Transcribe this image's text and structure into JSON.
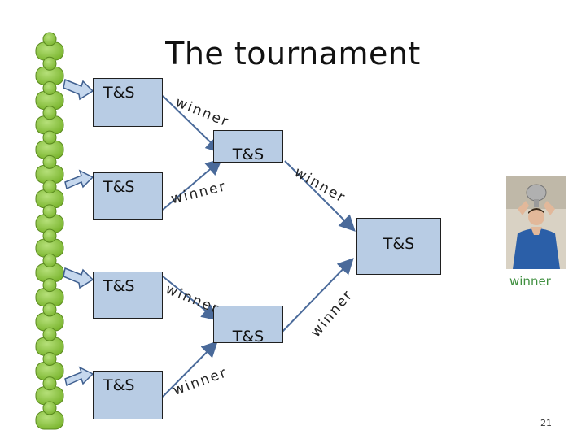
{
  "title": "The tournament",
  "match_label": "T&S",
  "winner_arrow_label": "winner",
  "final_winner_label": "winner",
  "page_number": "21",
  "player_color": "#8cc63f",
  "player_outline": "#5a8a1f",
  "box_color": "#b8cce4",
  "arrow_color": "#3f5f8f"
}
